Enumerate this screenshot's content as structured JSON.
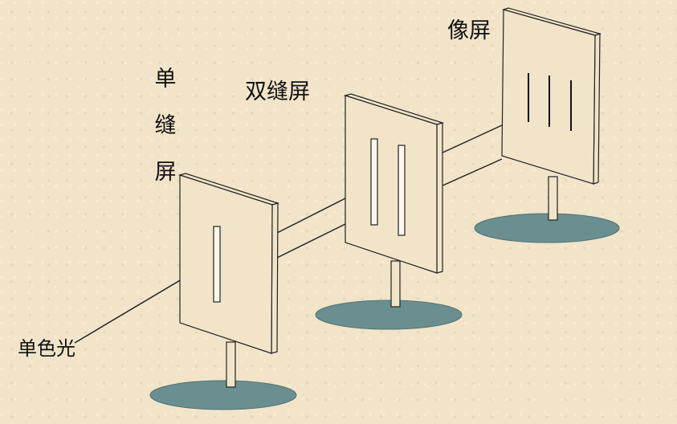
{
  "labels": {
    "single_slit_screen": "单缝屏",
    "double_slit_screen": "双缝屏",
    "image_screen": "像屏",
    "monochromatic_light": "单色光"
  },
  "colors": {
    "background": "#f1e4c8",
    "line": "#222222",
    "base": "#6b8f91",
    "base_shadow": "#4f7476"
  }
}
